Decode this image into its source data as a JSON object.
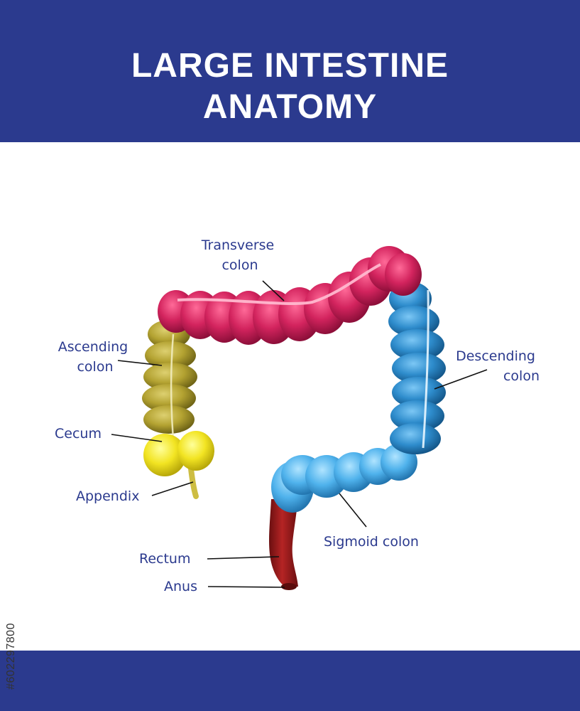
{
  "title": {
    "line1": "LARGE INTESTINE",
    "line2": "ANATOMY"
  },
  "stock_id": "#602297800",
  "colors": {
    "banner": "#2b3a8e",
    "label": "#2b3a8e",
    "transverse": "#d3245e",
    "ascending": "#b3a231",
    "cecum": "#f2e422",
    "descending": "#2e8ccc",
    "sigmoid": "#4fb2ec",
    "rectum": "#9b1a1a"
  },
  "labels": {
    "transverse": [
      "Transverse",
      "colon"
    ],
    "ascending": [
      "Ascending",
      "colon"
    ],
    "descending": [
      "Descending",
      "colon"
    ],
    "cecum": "Cecum",
    "appendix": "Appendix",
    "sigmoid": "Sigmoid colon",
    "rectum": "Rectum",
    "anus": "Anus"
  }
}
